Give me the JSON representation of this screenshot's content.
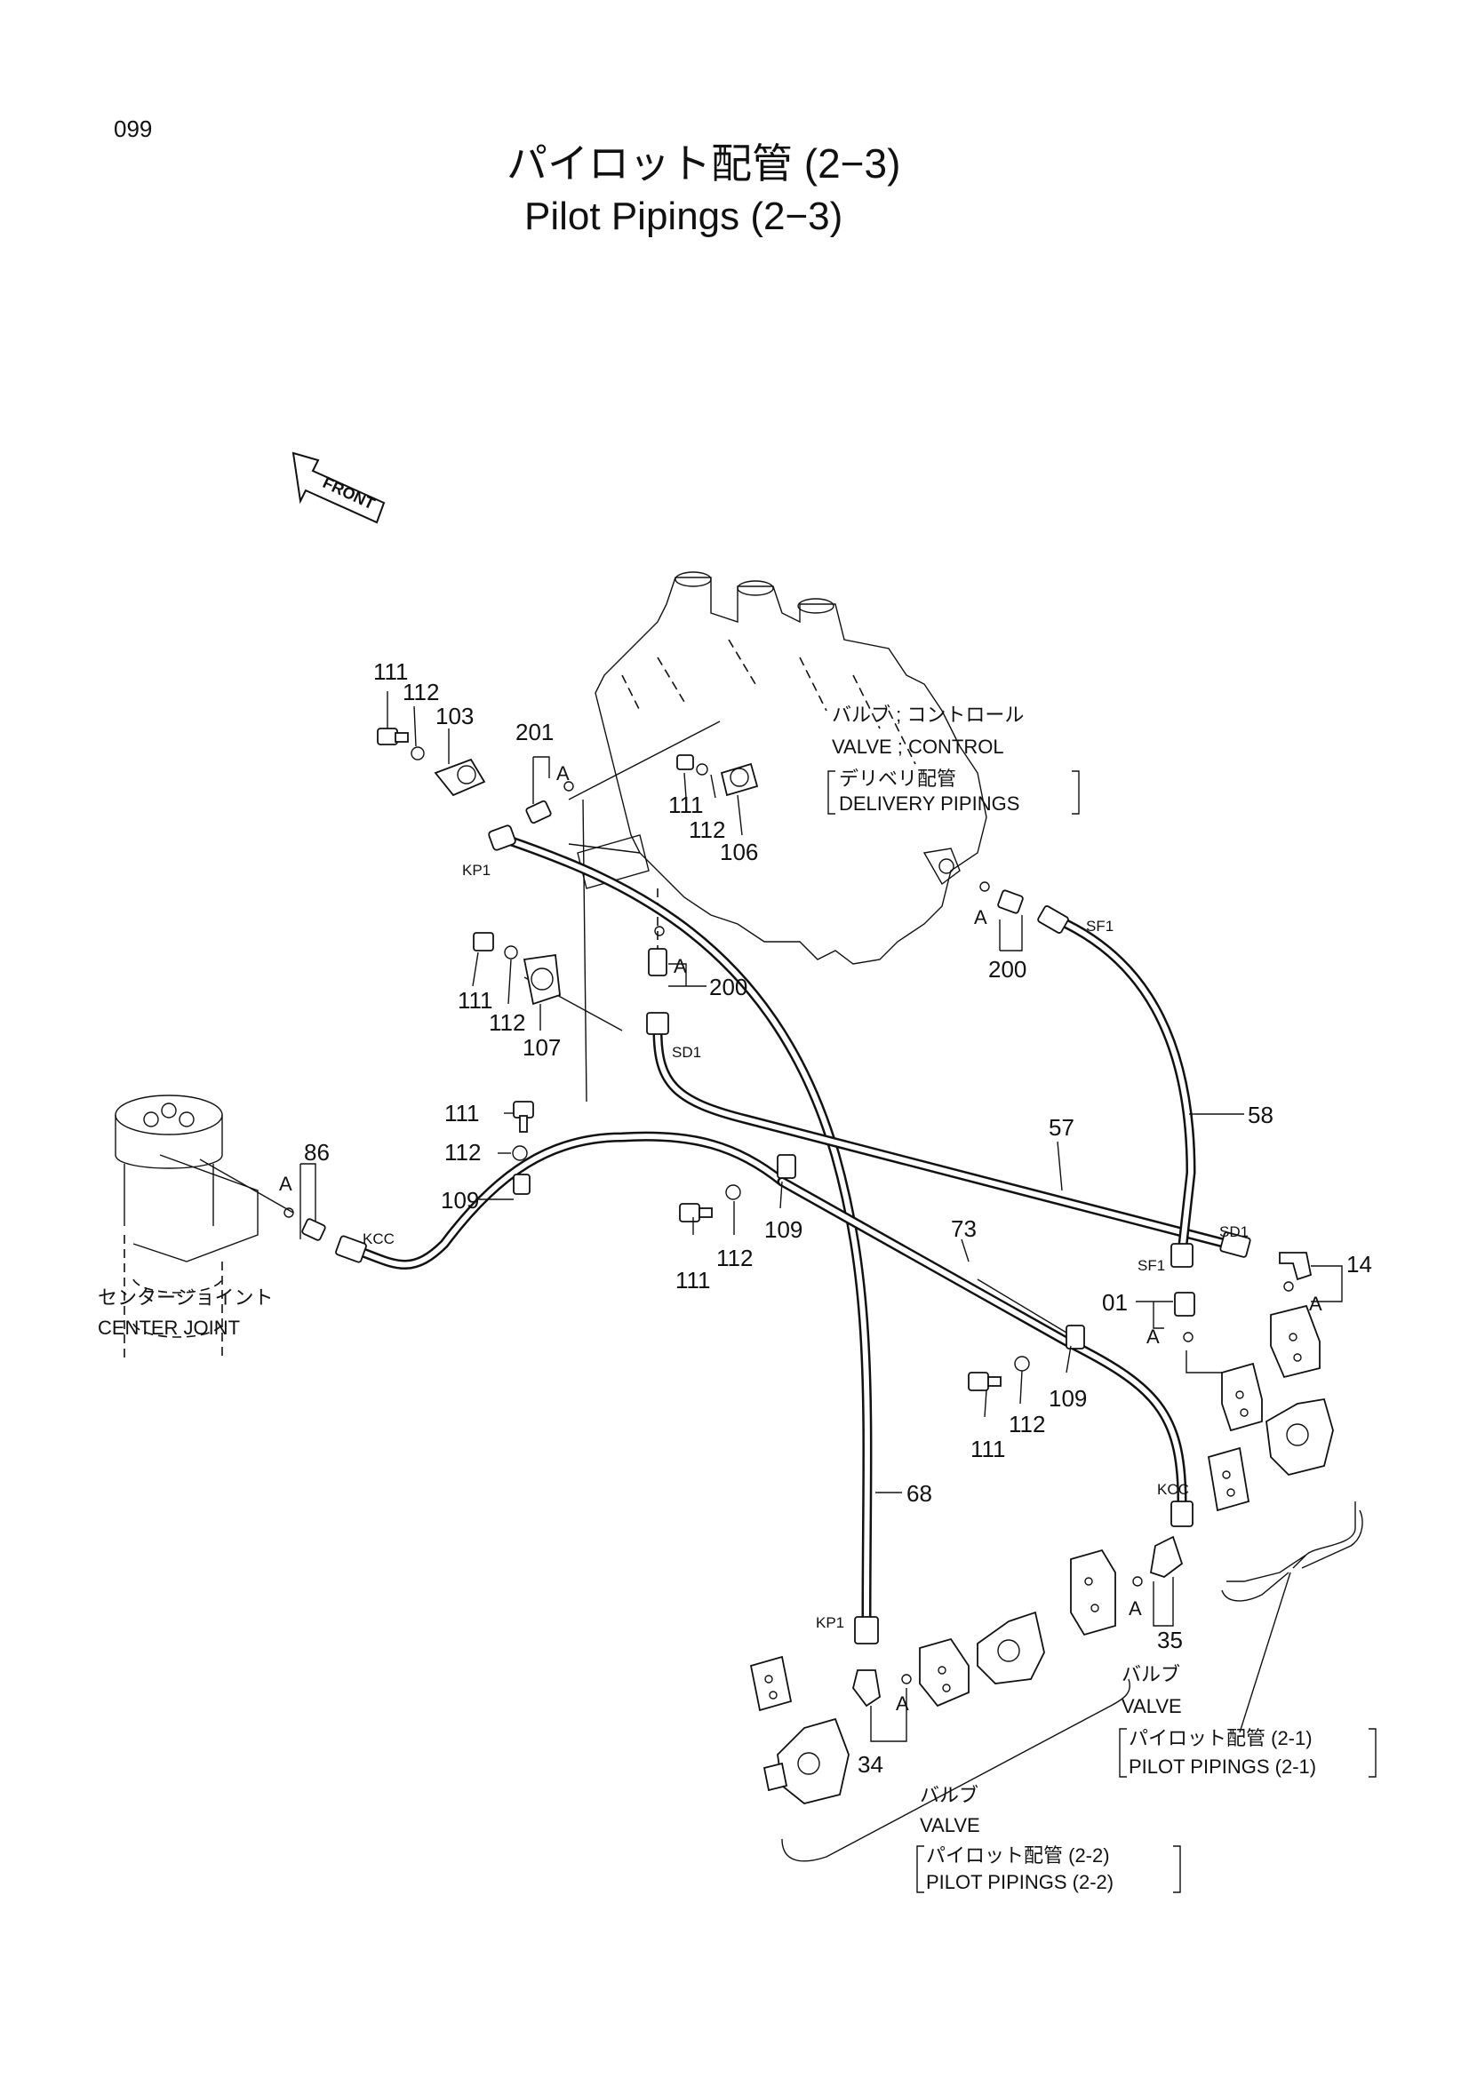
{
  "page_number": "099",
  "title_jp": "パイロット配管 (2−3)",
  "title_en": "Pilot Pipings (2−3)",
  "front_label": "FRONT",
  "components": {
    "control_valve_jp": "バルブ ; コントロール",
    "control_valve_en": "VALVE ; CONTROL",
    "delivery_jp": "デリベリ配管",
    "delivery_en": "DELIVERY PIPINGS",
    "center_joint_jp": "センタージョイント",
    "center_joint_en": "CENTER JOINT",
    "valve21_jp": "バルブ",
    "valve21_en": "VALVE",
    "pilot21_jp": "パイロット配管 (2-1)",
    "pilot21_en": "PILOT PIPINGS (2-1)",
    "valve22_jp": "バルブ",
    "valve22_en": "VALVE",
    "pilot22_jp": "パイロット配管 (2-2)",
    "pilot22_en": "PILOT PIPINGS (2-2)"
  },
  "part_numbers": {
    "p111a": "111",
    "p112a": "112",
    "p103": "103",
    "p201": "201",
    "p111b": "111",
    "p112b": "112",
    "p106": "106",
    "p111c": "111",
    "p112c": "112",
    "p107": "107",
    "p200a": "200",
    "p200b": "200",
    "p58": "58",
    "p57": "57",
    "p86": "86",
    "p111d": "111",
    "p112d": "112",
    "p109a": "109",
    "p111e": "111",
    "p112e": "112",
    "p109b": "109",
    "p73": "73",
    "p14": "14",
    "p01": "01",
    "p111f": "111",
    "p112f": "112",
    "p109c": "109",
    "p68": "68",
    "p35": "35",
    "p34": "34"
  },
  "port_labels": {
    "kp1_top": "KP1",
    "sd1_top": "SD1",
    "sf1_top": "SF1",
    "kcc_left": "KCC",
    "sd1_right": "SD1",
    "sf1_right": "SF1",
    "kcc_right": "KCC",
    "kp1_bottom": "KP1"
  },
  "a_marks": [
    "A",
    "A",
    "A",
    "A",
    "A",
    "A",
    "A",
    "A"
  ]
}
